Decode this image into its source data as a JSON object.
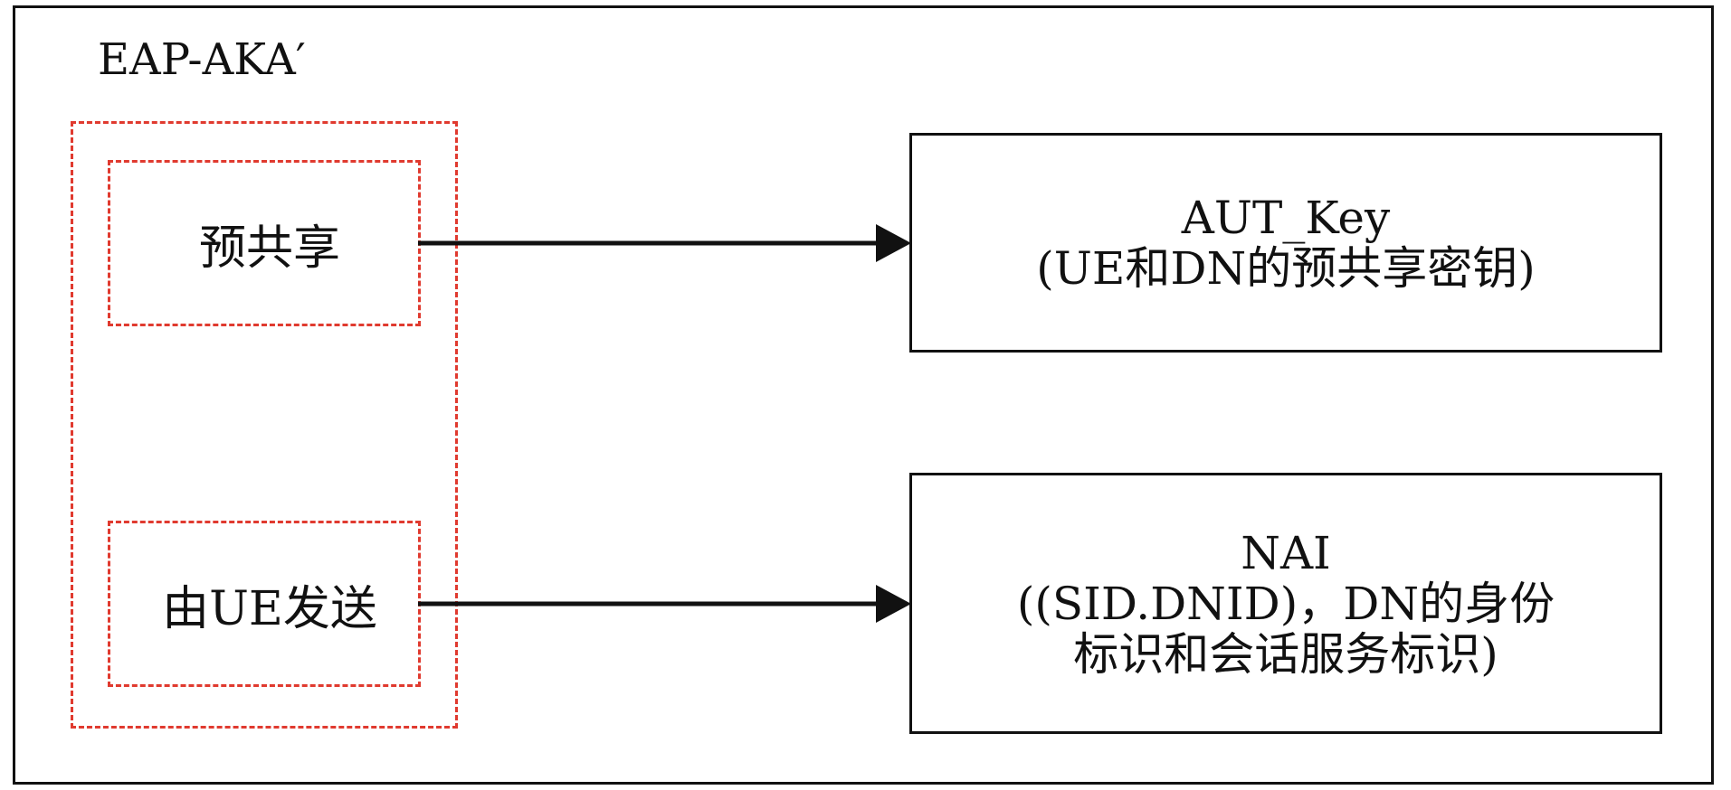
{
  "diagram": {
    "title": "EAP-AKA′",
    "sources": [
      {
        "label": "预共享"
      },
      {
        "label": "由UE发送"
      }
    ],
    "targets": [
      {
        "lines": [
          "AUT_Key",
          "(UE和DN的预共享密钥)"
        ]
      },
      {
        "lines": [
          "NAI",
          "((SID.DNID)，DN的身份",
          "标识和会话服务标识)"
        ]
      }
    ],
    "colors": {
      "dashed": "#e03a2f",
      "stroke": "#111111"
    }
  }
}
